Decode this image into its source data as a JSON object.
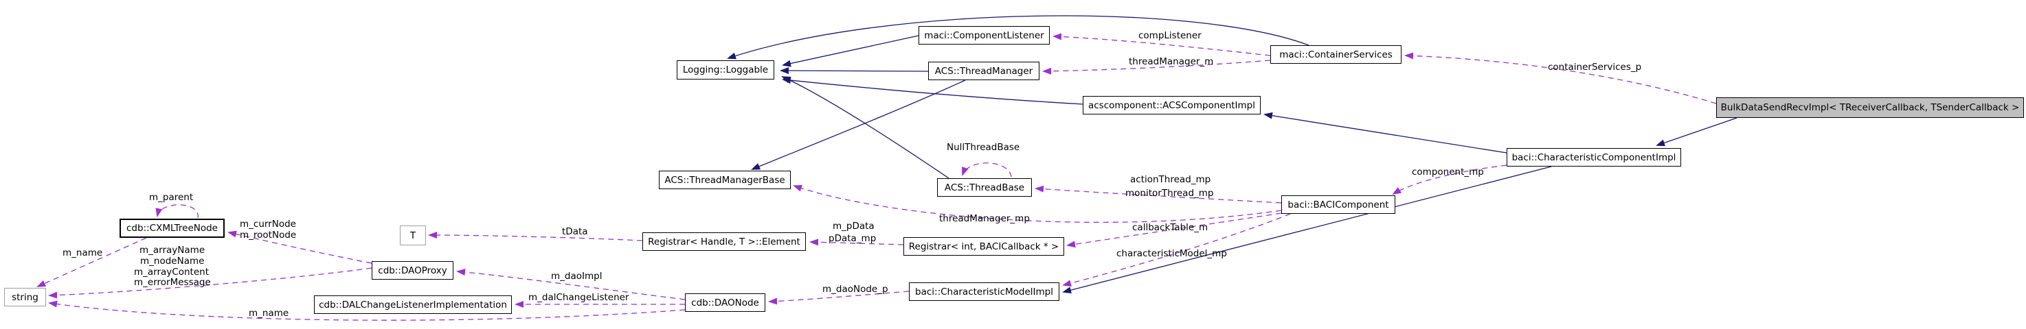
{
  "diagram": {
    "kind": "doxygen collaboration graph",
    "colors": {
      "inheritance_edge": "#191970",
      "usage_edge": "#9a32cd",
      "highlight_node_fill": "#bfbfbf",
      "node_border": "#000000",
      "external_node_border": "#9e9e9e",
      "background": "#ffffff"
    },
    "nodes": {
      "loggable": {
        "label": "Logging::Loggable"
      },
      "componentListener": {
        "label": "maci::ComponentListener"
      },
      "threadManager": {
        "label": "ACS::ThreadManager"
      },
      "containerServices": {
        "label": "maci::ContainerServices"
      },
      "bulkData": {
        "label": "BulkDataSendRecvImpl< TReceiverCallback, TSenderCallback >"
      },
      "acsComponentImpl": {
        "label": "acscomponent::ACSComponentImpl"
      },
      "charCompImpl": {
        "label": "baci::CharacteristicComponentImpl"
      },
      "threadManagerBase": {
        "label": "ACS::ThreadManagerBase"
      },
      "threadBase": {
        "label": "ACS::ThreadBase"
      },
      "baciComponent": {
        "label": "baci::BACIComponent"
      },
      "cxmlTreeNode": {
        "label": "cdb::CXMLTreeNode"
      },
      "tParam": {
        "label": "T"
      },
      "registrarElement": {
        "label": "Registrar< Handle, T >::Element"
      },
      "registrarInt": {
        "label": "Registrar< int, BACICallback * >"
      },
      "daoProxy": {
        "label": "cdb::DAOProxy"
      },
      "stringNode": {
        "label": "string"
      },
      "dalChangeListener": {
        "label": "cdb::DALChangeListenerImplementation"
      },
      "daoNode": {
        "label": "cdb::DAONode"
      },
      "charModelImpl": {
        "label": "baci::CharacteristicModelImpl"
      }
    },
    "edge_labels": {
      "compListener": "compListener",
      "threadManager_m": "threadManager_m",
      "containerServices_p": "containerServices_p",
      "NullThreadBase": "NullThreadBase",
      "actionThread_mp": "actionThread_mp",
      "monitorThread_mp": "monitorThread_mp",
      "component_mp": "component_mp",
      "threadManager_mp": "threadManager_mp",
      "m_parent": "m_parent",
      "m_currNode": "m_currNode",
      "m_rootNode": "m_rootNode",
      "tData": "tData",
      "m_pData": "m_pData",
      "pData_mp": "pData_mp",
      "callbackTable_m": "callbackTable_m",
      "characteristicModel_mp": "characteristicModel_mp",
      "m_name_upper": "m_name",
      "m_arrayName": "m_arrayName",
      "m_nodeName": "m_nodeName",
      "m_arrayContent": "m_arrayContent",
      "m_errorMessage": "m_errorMessage",
      "m_daoImpl": "m_daoImpl",
      "m_dalChangeListener": "m_dalChangeListener",
      "m_daoNode_p": "m_daoNode_p",
      "m_name_lower": "m_name"
    },
    "edges": [
      {
        "from": "maci::ComponentListener",
        "to": "Logging::Loggable",
        "relation": "inheritance"
      },
      {
        "from": "ACS::ThreadManager",
        "to": "Logging::Loggable",
        "relation": "inheritance"
      },
      {
        "from": "ACS::ThreadBase",
        "to": "Logging::Loggable",
        "relation": "inheritance"
      },
      {
        "from": "acscomponent::ACSComponentImpl",
        "to": "Logging::Loggable",
        "relation": "inheritance"
      },
      {
        "from": "maci::ContainerServices",
        "to": "Logging::Loggable",
        "relation": "inheritance"
      },
      {
        "from": "ACS::ThreadManager",
        "to": "ACS::ThreadManagerBase",
        "relation": "inheritance"
      },
      {
        "from": "baci::CharacteristicComponentImpl",
        "to": "acscomponent::ACSComponentImpl",
        "relation": "inheritance"
      },
      {
        "from": "BulkDataSendRecvImpl< TReceiverCallback, TSenderCallback >",
        "to": "baci::CharacteristicComponentImpl",
        "relation": "inheritance"
      },
      {
        "from": "baci::CharacteristicComponentImpl",
        "to": "baci::CharacteristicModelImpl",
        "relation": "inheritance"
      },
      {
        "from": "maci::ContainerServices",
        "to": "maci::ComponentListener",
        "relation": "usage",
        "label": "compListener"
      },
      {
        "from": "maci::ContainerServices",
        "to": "ACS::ThreadManager",
        "relation": "usage",
        "label": "threadManager_m"
      },
      {
        "from": "BulkDataSendRecvImpl< TReceiverCallback, TSenderCallback >",
        "to": "maci::ContainerServices",
        "relation": "usage",
        "label": "containerServices_p"
      },
      {
        "from": "ACS::ThreadBase",
        "to": "ACS::ThreadBase",
        "relation": "usage",
        "label": "NullThreadBase"
      },
      {
        "from": "baci::BACIComponent",
        "to": "ACS::ThreadBase",
        "relation": "usage",
        "label": "actionThread_mp monitorThread_mp"
      },
      {
        "from": "baci::BACIComponent",
        "to": "ACS::ThreadManagerBase",
        "relation": "usage",
        "label": "threadManager_mp"
      },
      {
        "from": "baci::CharacteristicComponentImpl",
        "to": "baci::BACIComponent",
        "relation": "usage",
        "label": "component_mp"
      },
      {
        "from": "baci::BACIComponent",
        "to": "Registrar< int, BACICallback * >",
        "relation": "usage",
        "label": "callbackTable_m"
      },
      {
        "from": "baci::BACIComponent",
        "to": "baci::CharacteristicModelImpl",
        "relation": "usage",
        "label": "characteristicModel_mp"
      },
      {
        "from": "Registrar< int, BACICallback * >",
        "to": "Registrar< Handle, T >::Element",
        "relation": "usage",
        "label": "m_pData pData_mp"
      },
      {
        "from": "Registrar< Handle, T >::Element",
        "to": "T",
        "relation": "usage",
        "label": "tData"
      },
      {
        "from": "baci::CharacteristicModelImpl",
        "to": "cdb::DAONode",
        "relation": "usage",
        "label": "m_daoNode_p"
      },
      {
        "from": "cdb::DAONode",
        "to": "cdb::DAOProxy",
        "relation": "usage",
        "label": "m_daoImpl"
      },
      {
        "from": "cdb::DAONode",
        "to": "cdb::DALChangeListenerImplementation",
        "relation": "usage",
        "label": "m_dalChangeListener"
      },
      {
        "from": "cdb::DAONode",
        "to": "string",
        "relation": "usage",
        "label": "m_name"
      },
      {
        "from": "cdb::CXMLTreeNode",
        "to": "string",
        "relation": "usage",
        "label": "m_name"
      },
      {
        "from": "cdb::DAOProxy",
        "to": "string",
        "relation": "usage",
        "label": "m_arrayName m_nodeName m_arrayContent m_errorMessage"
      },
      {
        "from": "cdb::DAOProxy",
        "to": "cdb::CXMLTreeNode",
        "relation": "usage",
        "label": "m_currNode m_rootNode"
      },
      {
        "from": "cdb::CXMLTreeNode",
        "to": "cdb::CXMLTreeNode",
        "relation": "usage",
        "label": "m_parent"
      }
    ]
  }
}
